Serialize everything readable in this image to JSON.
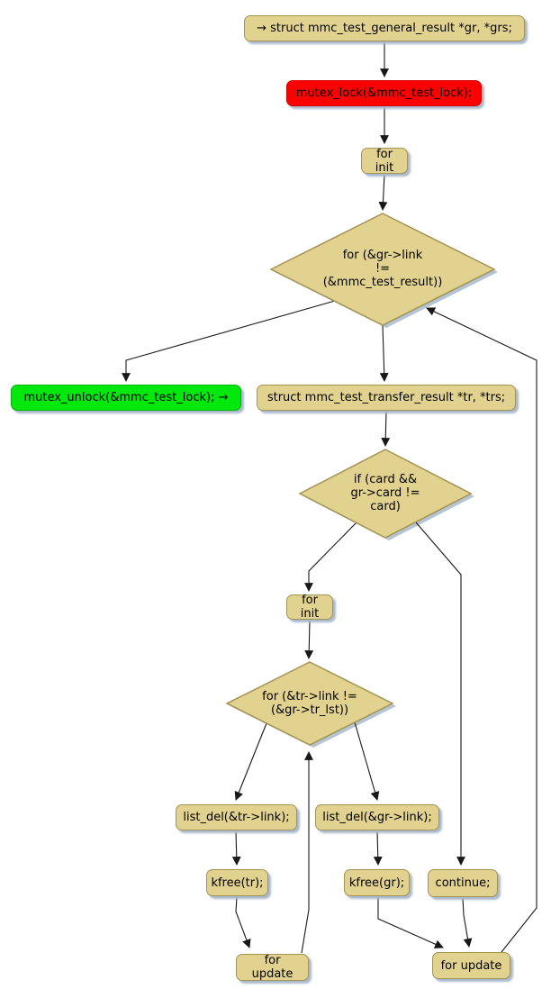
{
  "diagram": {
    "type": "flowchart-activity-diagram",
    "colors": {
      "node_fill": "#E2D28F",
      "node_border": "#A49455",
      "highlight_red": "#FF0000",
      "highlight_green": "#00E80C",
      "edge": "#181818",
      "shadow": "#A9B8CB",
      "background": "#FFFFFF"
    },
    "nodes": {
      "start": "→ struct mmc_test_general_result *gr, *grs;",
      "mutex_lock": "mutex_lock(&mmc_test_lock);",
      "for_init_outer": "for init",
      "cond_outer_loop": "for (&gr->link\n!=\n(&mmc_test_result))",
      "mutex_unlock": "mutex_unlock(&mmc_test_lock); →",
      "declare_transfer": "struct mmc_test_transfer_result *tr, *trs;",
      "cond_card": "if (card &&\ngr->card !=\ncard)",
      "for_init_inner": "for init",
      "cond_inner_loop": "for (&tr->link !=\n(&gr->tr_lst))",
      "list_del_tr": "list_del(&tr->link);",
      "list_del_gr": "list_del(&gr->link);",
      "kfree_tr": "kfree(tr);",
      "kfree_gr": "kfree(gr);",
      "continue": "continue;",
      "for_update_inner": "for update",
      "for_update_outer": "for update"
    }
  }
}
